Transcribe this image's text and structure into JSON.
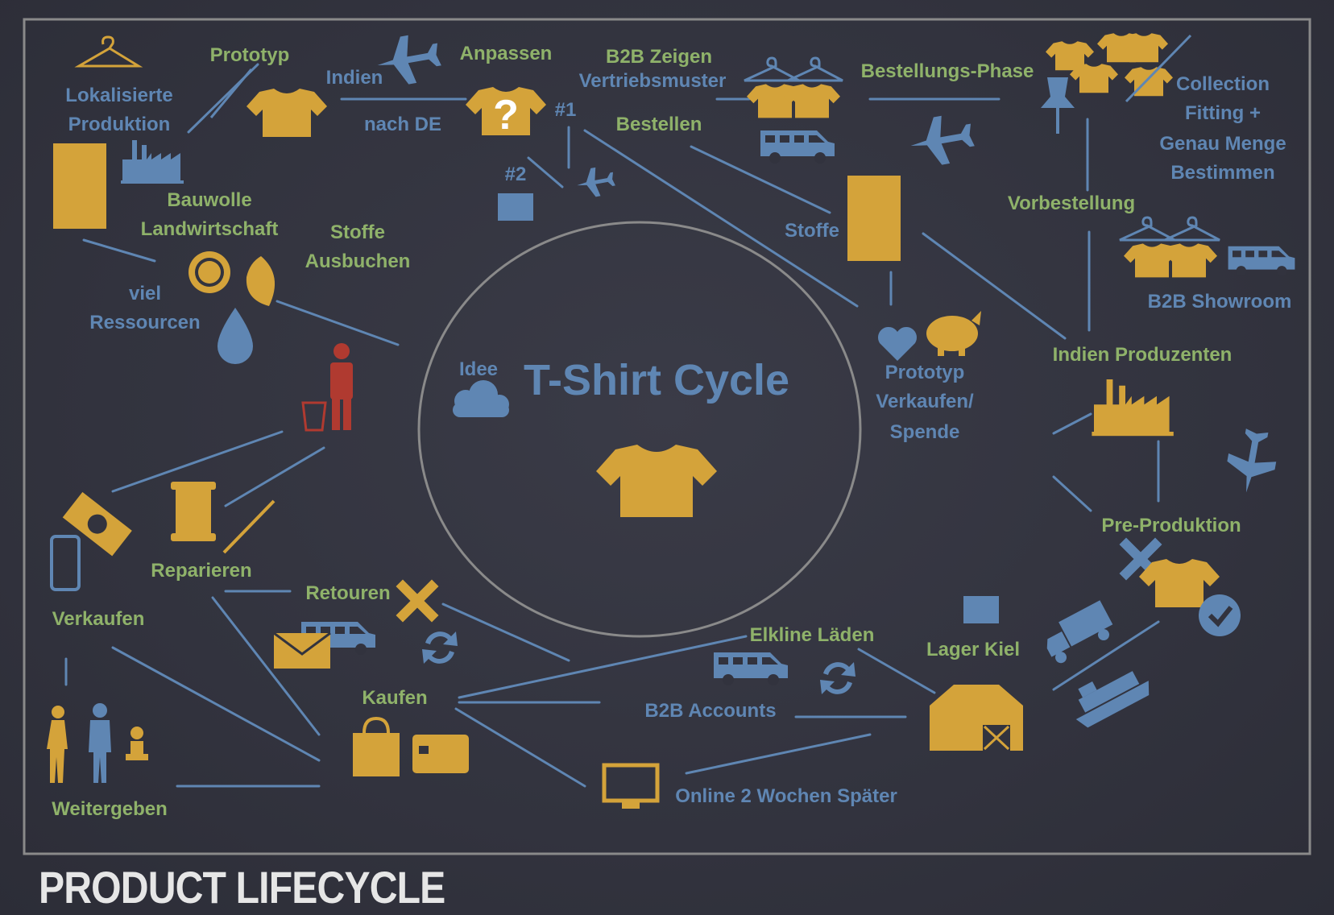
{
  "footer": {
    "title": "PRODUCT LIFECYCLE"
  },
  "colors": {
    "background": "#32333e",
    "gold": "#d4a33a",
    "blue": "#5f86b3",
    "green": "#8fb26a",
    "red": "#b03a30",
    "line": "#5f86b3",
    "frame": "#8a8a8a"
  },
  "center": {
    "title": "T-Shirt Cycle",
    "idea": "Idee"
  },
  "labels": {
    "prototyp": "Prototyp",
    "indien": "Indien",
    "nach_de": "nach DE",
    "anpassen": "Anpassen",
    "num1": "#1",
    "num2": "#2",
    "b2b_zeigen_1": "B2B Zeigen",
    "b2b_zeigen_2": "Vertriebsmuster",
    "bestellen": "Bestellen",
    "bestellungs_phase": "Bestellungs-Phase",
    "collection_1": "Collection",
    "collection_2": "Fitting +",
    "collection_3": "Genau Menge",
    "collection_4": "Bestimmen",
    "lokalisierte_1": "Lokalisierte",
    "lokalisierte_2": "Produktion",
    "bauwolle_1": "Bauwolle",
    "bauwolle_2": "Landwirtschaft",
    "stoffe_ausbuchen_1": "Stoffe",
    "stoffe_ausbuchen_2": "Ausbuchen",
    "stoffe": "Stoffe",
    "vorbestellung": "Vorbestellung",
    "b2b_showroom": "B2B Showroom",
    "viel_1": "viel",
    "viel_2": "Ressourcen",
    "prototyp_verkaufen_1": "Prototyp",
    "prototyp_verkaufen_2": "Verkaufen/",
    "prototyp_verkaufen_3": "Spende",
    "indien_produzenten": "Indien Produzenten",
    "pre_produktion": "Pre-Produktion",
    "reparieren": "Reparieren",
    "verkaufen": "Verkaufen",
    "retouren": "Retouren",
    "elkline_laeden": "Elkline Läden",
    "lager_kiel": "Lager Kiel",
    "kaufen": "Kaufen",
    "b2b_accounts": "B2B Accounts",
    "weitergeben": "Weitergeben",
    "online": "Online 2 Wochen Später"
  },
  "icons": [
    "hanger-icon",
    "needle-icon",
    "tshirt-icon",
    "airplane-icon",
    "question-tshirt-icon",
    "box-icon",
    "factory-icon",
    "fabric-roll-icon",
    "sun-icon",
    "leaf-icon",
    "water-drop-icon",
    "person-trash-icon",
    "cloud-icon",
    "heart-icon",
    "piggy-bank-icon",
    "van-icon",
    "pushpin-icon",
    "money-icon",
    "thread-spool-icon",
    "phone-icon",
    "envelope-icon",
    "cross-icon",
    "recycle-icon",
    "barn-icon",
    "truck-icon",
    "ship-icon",
    "checkmark-icon",
    "shopping-bag-icon",
    "credit-card-icon",
    "monitor-icon",
    "family-icon"
  ]
}
